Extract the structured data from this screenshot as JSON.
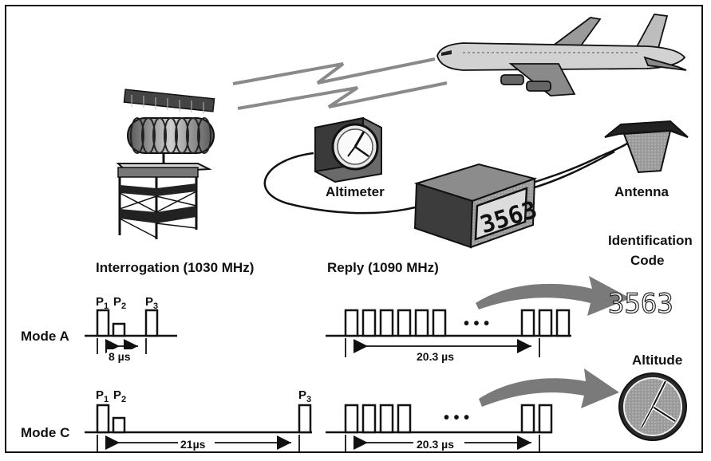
{
  "labels": {
    "altimeter": "Altimeter",
    "antenna": "Antenna",
    "identification": [
      "Identification",
      "Code"
    ],
    "altitude": "Altitude",
    "interrogation": "Interrogation (1030 MHz)",
    "reply": "Reply (1090 MHz)",
    "mode_a": "Mode A",
    "mode_c": "Mode C"
  },
  "pulses": {
    "p1": "P",
    "p1_sub": "1",
    "p2": "P",
    "p2_sub": "2",
    "p3": "P",
    "p3_sub": "3"
  },
  "timing": {
    "mode_a_interval": "8 µs",
    "mode_c_interval": "21µs",
    "reply_a_interval": "20.3 µs",
    "reply_c_interval": "20.3 µs"
  },
  "displays": {
    "transponder_code": "3563",
    "identification_code": "3563"
  },
  "ellipsis": "• • •",
  "colors": {
    "arrow": "#7a7a7a",
    "signal": "#8a8a8a",
    "ink": "#111111"
  }
}
